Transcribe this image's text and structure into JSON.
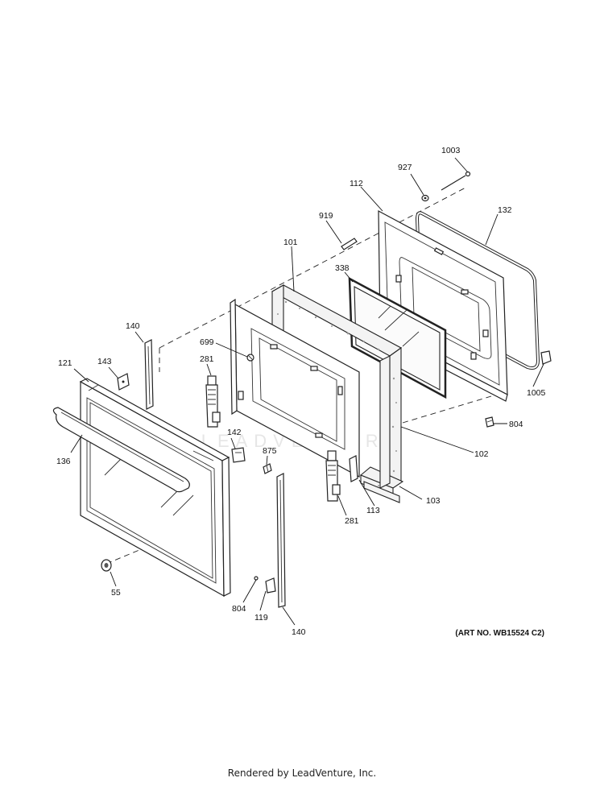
{
  "diagram": {
    "art_number": "(ART NO. WB15524 C2)",
    "footer": "Rendered by LeadVenture, Inc.",
    "watermark": "LEADVENTURE",
    "callouts": [
      {
        "id": "c1003",
        "label": "1003"
      },
      {
        "id": "c927",
        "label": "927"
      },
      {
        "id": "c112",
        "label": "112"
      },
      {
        "id": "c132",
        "label": "132"
      },
      {
        "id": "c919",
        "label": "919"
      },
      {
        "id": "c101",
        "label": "101"
      },
      {
        "id": "c338",
        "label": "338"
      },
      {
        "id": "c140a",
        "label": "140"
      },
      {
        "id": "c699",
        "label": "699"
      },
      {
        "id": "c281a",
        "label": "281"
      },
      {
        "id": "c121",
        "label": "121"
      },
      {
        "id": "c143",
        "label": "143"
      },
      {
        "id": "c1005",
        "label": "1005"
      },
      {
        "id": "c804a",
        "label": "804"
      },
      {
        "id": "c142",
        "label": "142"
      },
      {
        "id": "c136",
        "label": "136"
      },
      {
        "id": "c875",
        "label": "875"
      },
      {
        "id": "c102",
        "label": "102"
      },
      {
        "id": "c103",
        "label": "103"
      },
      {
        "id": "c113",
        "label": "113"
      },
      {
        "id": "c281b",
        "label": "281"
      },
      {
        "id": "c55",
        "label": "55"
      },
      {
        "id": "c804b",
        "label": "804"
      },
      {
        "id": "c119",
        "label": "119"
      },
      {
        "id": "c140b",
        "label": "140"
      }
    ]
  }
}
